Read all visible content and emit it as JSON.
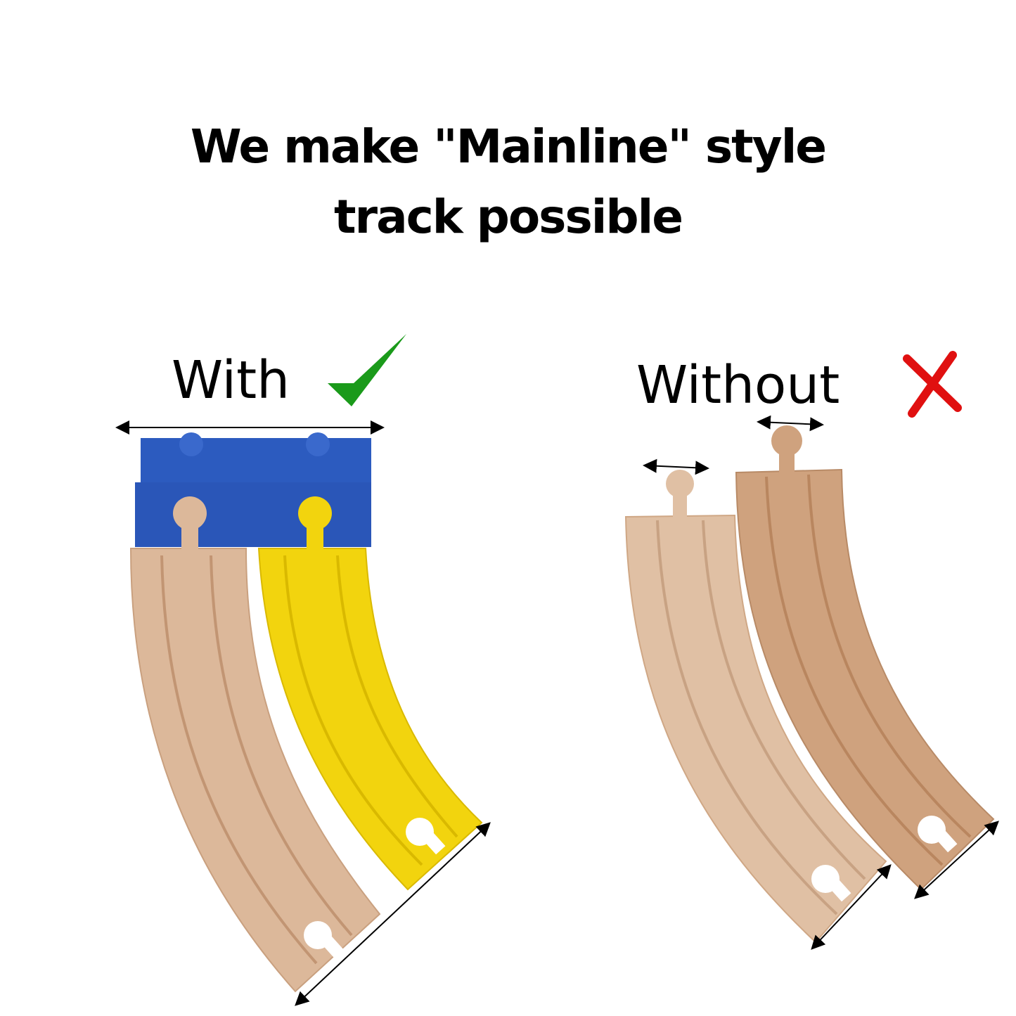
{
  "headline": {
    "line1": "We make \"Mainline\" style",
    "line2": "track possible"
  },
  "with_label": "With",
  "without_label": "Without",
  "icons": {
    "with": "check-icon",
    "without": "cross-icon"
  },
  "colors": {
    "check": "#1a9a1a",
    "cross": "#e01010",
    "adapter": "#2c5bbf",
    "yellow_track": "#f2d40e",
    "wood_light": "#dcb89a",
    "wood_dark": "#cfa27e"
  }
}
